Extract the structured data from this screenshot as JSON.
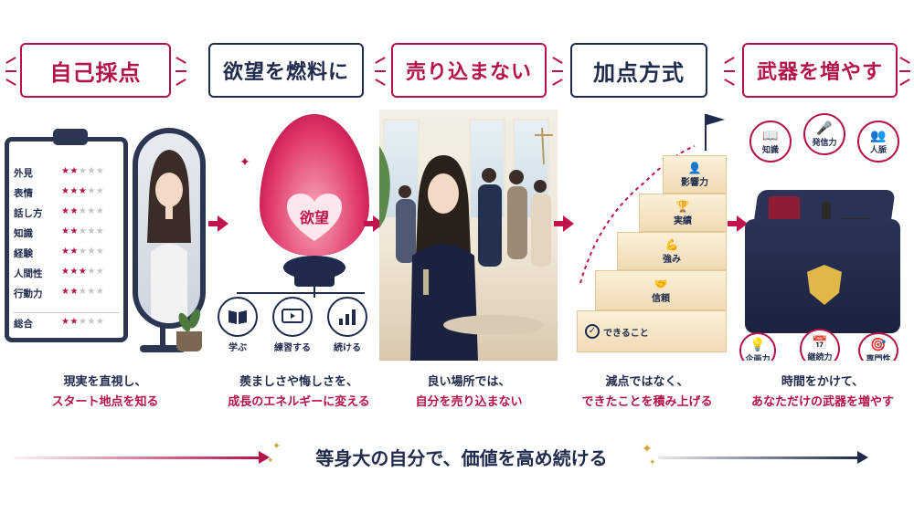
{
  "sections": [
    {
      "title": "自己採点",
      "caption_line1": "現実を直視し、",
      "caption_line2": "スタート地点を知る",
      "ratings": [
        {
          "label": "外見",
          "stars": "★★",
          "off": "★★★"
        },
        {
          "label": "表情",
          "stars": "★★★",
          "off": "★★"
        },
        {
          "label": "話し方",
          "stars": "★★",
          "off": "★★★"
        },
        {
          "label": "知識",
          "stars": "★★",
          "off": "★★★"
        },
        {
          "label": "経験",
          "stars": "★★",
          "off": "★★★"
        },
        {
          "label": "人間性",
          "stars": "★★★",
          "off": "★★"
        },
        {
          "label": "行動力",
          "stars": "★★",
          "off": "★★★"
        },
        {
          "label": "総合",
          "stars": "★★",
          "off": "★★★"
        }
      ]
    },
    {
      "title": "欲望を燃料に",
      "caption_line1": "羨ましさや悔しさを、",
      "caption_line2": "成長のエネルギーに変える",
      "flame_text": "欲望",
      "actions": [
        "学ぶ",
        "練習する",
        "続ける"
      ]
    },
    {
      "title": "売り込まない",
      "caption_line1": "良い場所では、",
      "caption_line2": "自分を売り込まない"
    },
    {
      "title": "加点方式",
      "caption_line1": "減点ではなく、",
      "caption_line2": "できたことを積み上げる",
      "steps": [
        "できること",
        "信頼",
        "強み",
        "実績",
        "影響力"
      ]
    },
    {
      "title": "武器を増やす",
      "caption_line1": "時間をかけて、",
      "caption_line2": "あなただけの武器を増やす",
      "skills_top": [
        "知識",
        "発信力",
        "人脈"
      ],
      "skills_bottom": [
        "企画力",
        "継続力",
        "専門性"
      ]
    }
  ],
  "banner": "等身大の自分で、価値を高め続ける",
  "colors": {
    "crimson": "#b5124a",
    "navy": "#1f2a4d",
    "gold": "#d4a43a"
  }
}
